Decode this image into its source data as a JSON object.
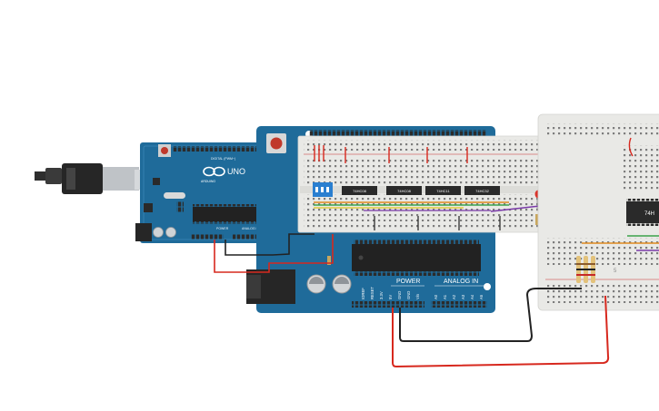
{
  "board_small": {
    "brand_logo_text": "UNO",
    "brand_text": "ARDUINO",
    "digital_header_label": "DIGITAL (PWM~)",
    "power_header_label": "POWER",
    "analog_header_label": "ANALOG IN"
  },
  "board_large": {
    "power_label": "POWER",
    "analog_label": "ANALOG IN",
    "power_pins": [
      "IOREF",
      "RESET",
      "3.3V",
      "5V",
      "GND",
      "GND",
      "Vin"
    ],
    "analog_pins": [
      "A0",
      "A1",
      "A2",
      "A3",
      "A4",
      "A5"
    ]
  },
  "breadboard_main": {
    "chips": [
      {
        "label": "74HC08"
      },
      {
        "label": "74HC08"
      },
      {
        "label": "74HC11"
      },
      {
        "label": "74HC32"
      }
    ]
  },
  "breadboard_right": {
    "chip_label": "74H",
    "row_label": "5"
  },
  "colors": {
    "board_blue": "#1f6b9a",
    "wire_red": "#d7281e",
    "wire_black": "#222222",
    "wire_purple": "#7a3aa8",
    "wire_orange": "#e08a1e",
    "wire_green": "#3aa34a",
    "breadboard": "#e9e9e6"
  }
}
